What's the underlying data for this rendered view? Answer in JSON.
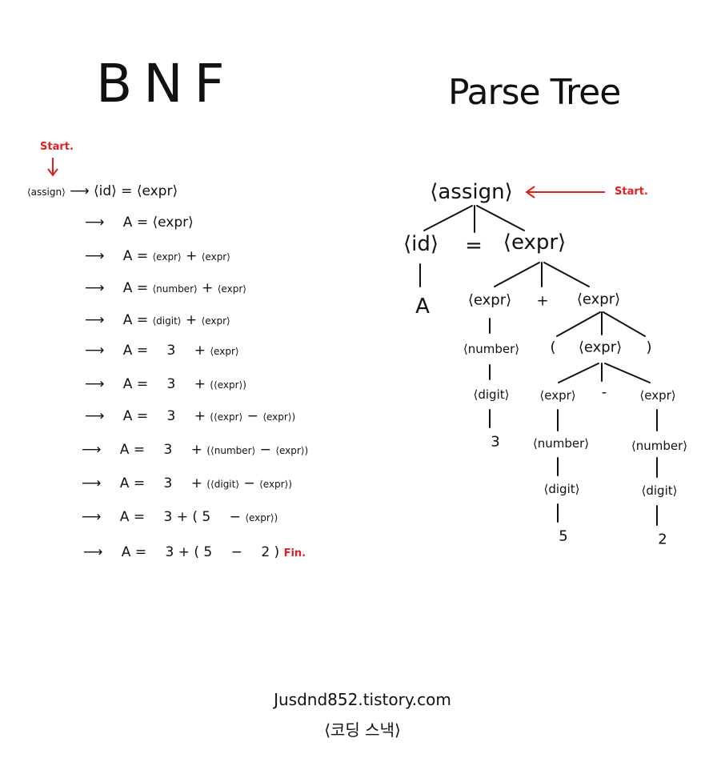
{
  "titles": {
    "bnf": "BNF",
    "tree": "Parse Tree"
  },
  "start_label": "Start.",
  "fin_label": "Fin.",
  "arrow": "⟶",
  "bnf": {
    "first_lhs": "⟨assign⟩",
    "lines": [
      [
        "⟨id⟩",
        "=",
        "⟨expr⟩"
      ],
      [
        "A",
        "=",
        "⟨expr⟩"
      ],
      [
        "A",
        "=",
        "⟨expr⟩",
        "+",
        "⟨expr⟩"
      ],
      [
        "A",
        "=",
        "⟨number⟩",
        "+",
        "⟨expr⟩"
      ],
      [
        "A",
        "=",
        "⟨digit⟩",
        "+",
        "⟨expr⟩"
      ],
      [
        "A",
        "=",
        "3",
        "+",
        "⟨expr⟩"
      ],
      [
        "A",
        "=",
        "3",
        "+",
        "(⟨expr⟩)"
      ],
      [
        "A",
        "=",
        "3",
        "+",
        "(⟨expr⟩",
        "−",
        "⟨expr⟩)"
      ],
      [
        "A",
        "=",
        "3",
        "+",
        "(⟨number⟩",
        "−",
        "⟨expr⟩)"
      ],
      [
        "A",
        "=",
        "3",
        "+",
        "(⟨digit⟩",
        "−",
        "⟨expr⟩)"
      ],
      [
        "A",
        "=",
        "3",
        "+",
        "(",
        "5",
        "−",
        "⟨expr⟩)"
      ],
      [
        "A",
        "=",
        "3",
        "+",
        "(",
        "5",
        "−",
        "2",
        ")"
      ]
    ]
  },
  "tree": {
    "root": "⟨assign⟩",
    "id": "⟨id⟩",
    "eq": "=",
    "expr_top": "⟨expr⟩",
    "a": "A",
    "expr_left": "⟨expr⟩",
    "plus": "+",
    "expr_right": "⟨expr⟩",
    "number_left": "⟨number⟩",
    "digit_left": "⟨digit⟩",
    "three": "3",
    "lparen": "(",
    "expr_paren": "⟨expr⟩",
    "rparen": ")",
    "expr_ll": "⟨expr⟩",
    "minus": "-",
    "expr_rr": "⟨expr⟩",
    "number_ll": "⟨number⟩",
    "number_rr": "⟨number⟩",
    "digit_ll": "⟨digit⟩",
    "digit_rr": "⟨digit⟩",
    "five": "5",
    "two": "2"
  },
  "footer": {
    "site": "Jusdnd852.tistory.com",
    "blog": "⟨코딩 스낵⟩"
  },
  "colors": {
    "ink": "#111111",
    "accent": "#e02020"
  }
}
